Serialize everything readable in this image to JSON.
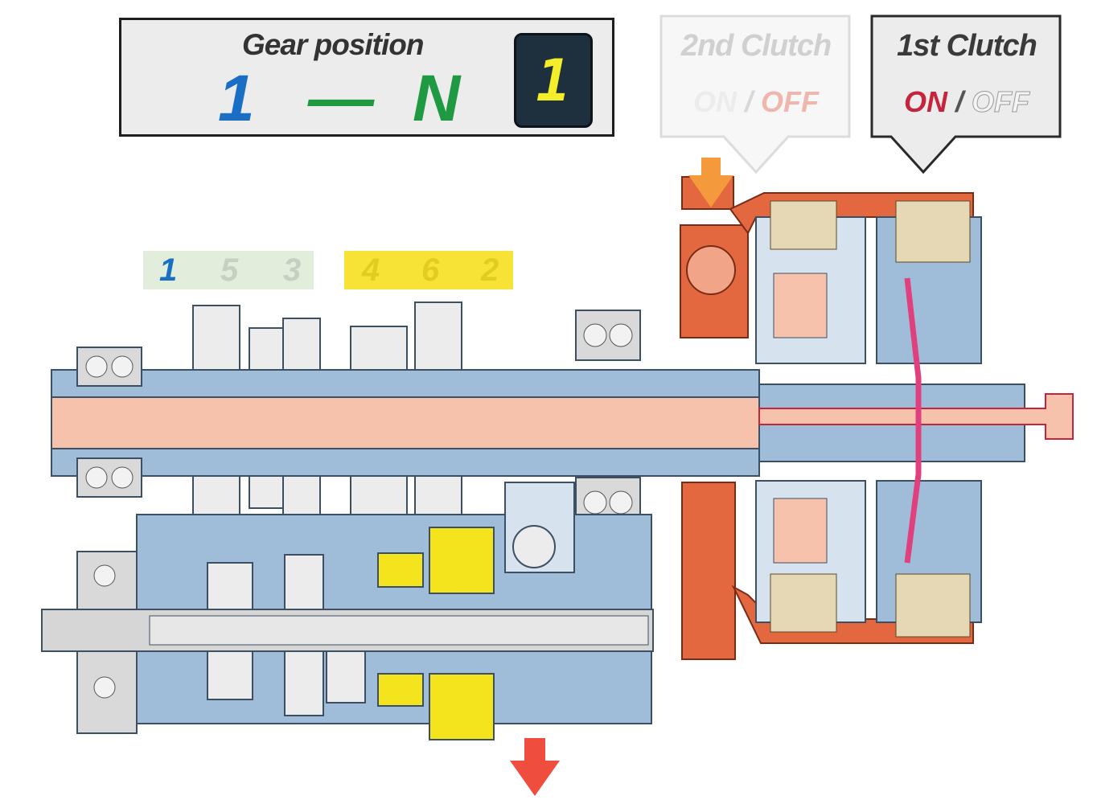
{
  "gear_indicator": {
    "title": "Gear position",
    "from_gear": "1",
    "separator": "—",
    "to_gear": "N",
    "display_digit": "1",
    "colors": {
      "from": "#1a6fc4",
      "separator": "#1f9a42",
      "to": "#1f9a42",
      "display_text": "#f4ee2a"
    }
  },
  "clutches": [
    {
      "title": "2nd Clutch",
      "on_label": "ON",
      "slash": "/",
      "off_label": "OFF",
      "active": false
    },
    {
      "title": "1st Clutch",
      "on_label": "ON",
      "slash": "/",
      "off_label": "OFF",
      "active": true
    }
  ],
  "gear_strip": {
    "odd_gears": [
      "1",
      "5",
      "3"
    ],
    "even_gears": [
      "4",
      "6",
      "2"
    ],
    "colors": {
      "odd_band": "#e2eedb",
      "even_band": "#f7e335",
      "active_gear": "#1a6fc4"
    }
  },
  "component_colors": {
    "housing": "#9fbcd9",
    "shaft_core": "#f6c2ac",
    "engaged_gear": "#f4e41e",
    "clutch_drum": "#e3683f",
    "clutch_plates": "#e7d8b5",
    "idle_gear": "#ececec",
    "arrow": "#ef4d3e"
  }
}
